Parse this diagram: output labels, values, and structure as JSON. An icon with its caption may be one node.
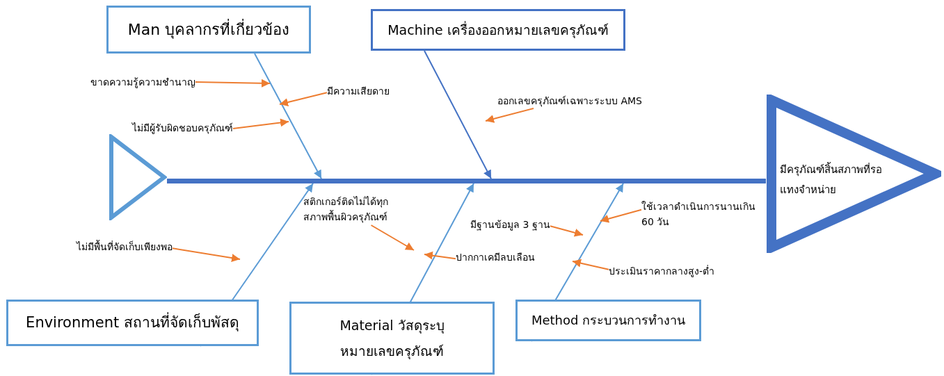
{
  "diagram": {
    "nodes": [
      {
        "text": [
          "Man บุคลากรที่เกี่ยวข้อง"
        ]
      },
      {
        "text": [
          "Machine เครื่องออกหมายเลขครุภัณฑ์"
        ]
      },
      {
        "text": [
          "Environment สถานที่จัดเก็บพัสดุ"
        ]
      },
      {
        "text": [
          "Material วัสดุระบุหมายเลขครุภัณฑ์"
        ]
      },
      {
        "text": [
          "Method กระบวนการทำงาน"
        ]
      },
      {
        "text": [
          "มีครุภัณฑ์สิ้นสภาพที่รอแทงจำหน่าย"
        ]
      },
      {
        "text": [],
        "shape": "triangle"
      },
      {
        "text": [
          "ขาดความรู้ความชำนาญ"
        ]
      },
      {
        "text": [
          "มีความเสียดาย"
        ]
      },
      {
        "text": [
          "ไม่มีผู้รับผิดชอบครุภัณฑ์"
        ]
      },
      {
        "text": [
          "ออกเลขครุภัณฑ์เฉพาะระบบ AMS"
        ]
      },
      {
        "text": [
          "สติกเกอร์ติดไม่ได้ทุกสภาพพื้นผิวครุภัณฑ์"
        ]
      },
      {
        "text": [
          "ไม่มีพื้นที่จัดเก็บเพียงพอ"
        ]
      },
      {
        "text": [
          "ปากกาเคมีลบเลือน"
        ]
      },
      {
        "text": [
          "มีฐานข้อมูล 3 ฐาน"
        ]
      },
      {
        "text": [
          "ใช้เวลาดำเนินการนานเกิน 60 วัน"
        ]
      },
      {
        "text": [
          "ประเมินราคากลางสูง-ต่ำ"
        ]
      },
      {
        "text": [],
        "shape": "bar"
      }
    ],
    "edges": [
      {
        "from": 0,
        "to": 17,
        "arrow": "to",
        "color": "#5b9bd5"
      },
      {
        "from": 1,
        "to": 17,
        "arrow": "to",
        "color": "#4472c4"
      },
      {
        "from": 2,
        "to": 17,
        "arrow": "to",
        "color": "#5b9bd5"
      },
      {
        "from": 3,
        "to": 17,
        "arrow": "to",
        "color": "#5b9bd5"
      },
      {
        "from": 4,
        "to": 17,
        "arrow": "to",
        "color": "#5b9bd5"
      },
      {
        "from": 7,
        "to": null,
        "arrow": "to"
      },
      {
        "from": 8,
        "to": null,
        "arrow": "to"
      },
      {
        "from": 9,
        "to": null,
        "arrow": "to"
      },
      {
        "from": 10,
        "to": null,
        "arrow": "to"
      },
      {
        "from": 11,
        "to": null,
        "arrow": "to"
      },
      {
        "from": 12,
        "to": null,
        "arrow": "to"
      },
      {
        "from": 13,
        "to": null,
        "arrow": "to"
      },
      {
        "from": 14,
        "to": null,
        "arrow": "to"
      },
      {
        "from": 15,
        "to": null,
        "arrow": "to"
      },
      {
        "from": 16,
        "to": null,
        "arrow": "to"
      }
    ]
  }
}
